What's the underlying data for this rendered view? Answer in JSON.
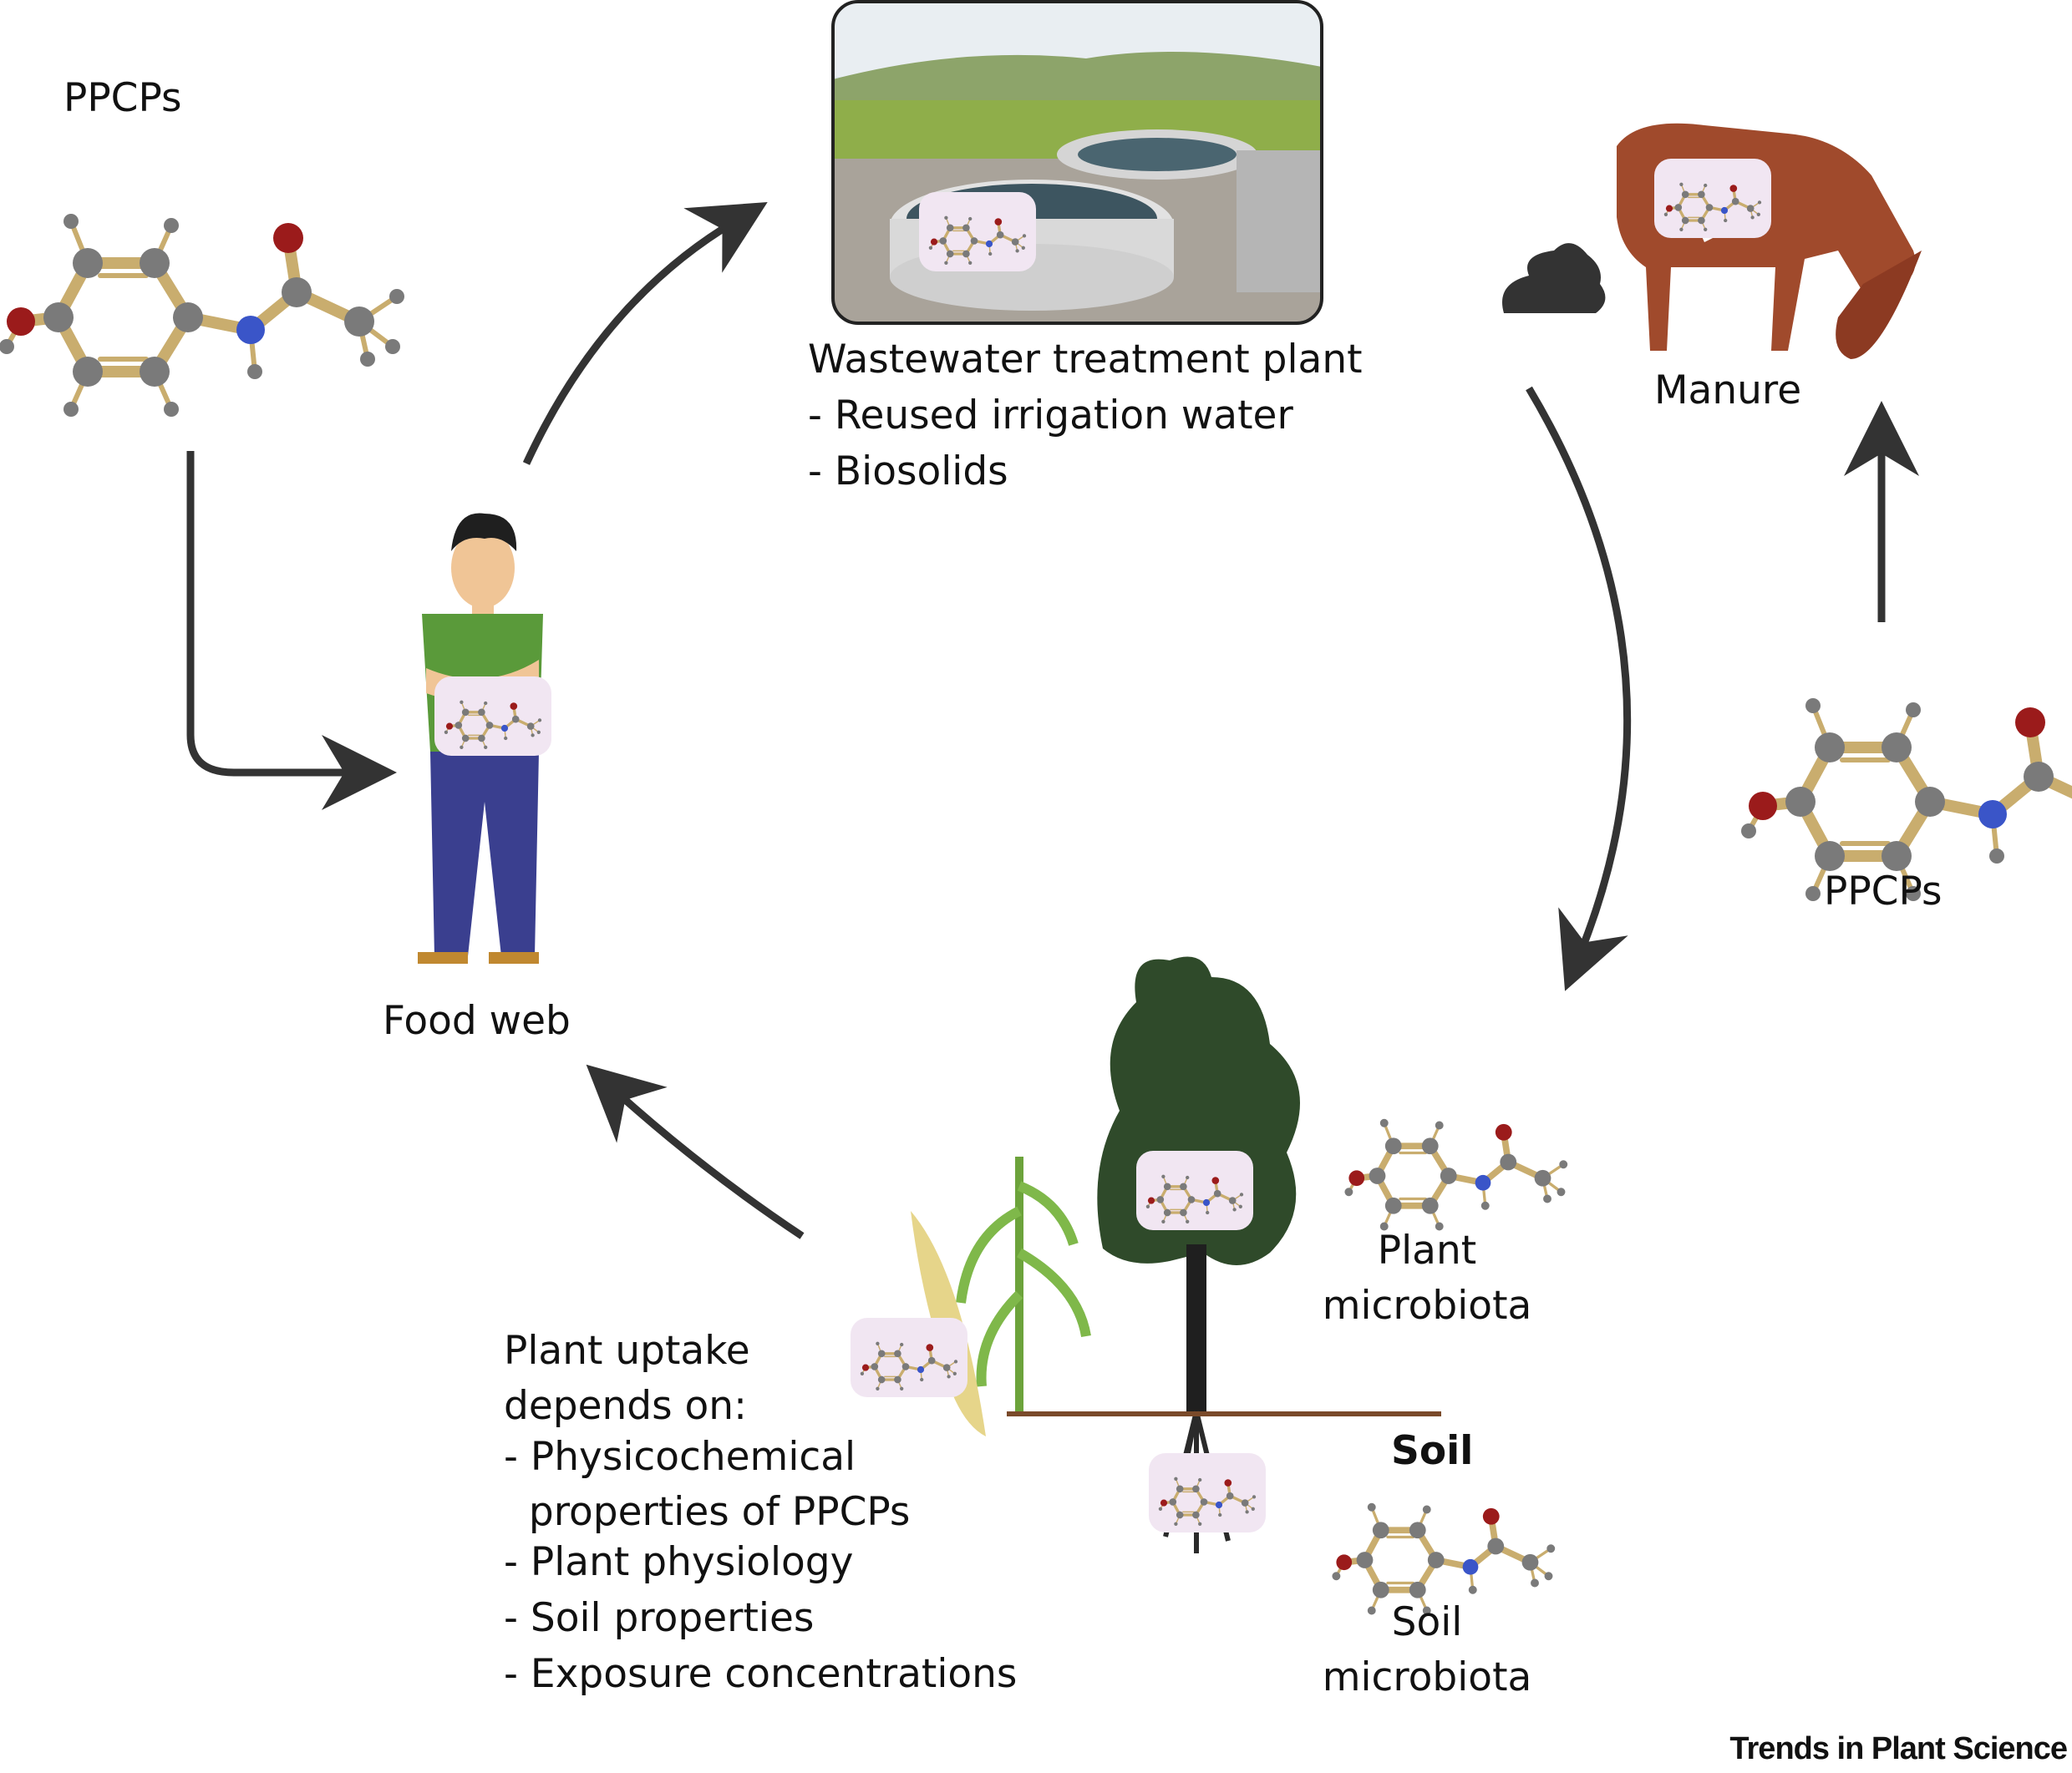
{
  "labels": {
    "ppcps_top_left": "PPCPs",
    "ppcps_right": "PPCPs",
    "wwtp_title": "Wastewater treatment plant",
    "wwtp_item1": "- Reused irrigation water",
    "wwtp_item2": "- Biosolids",
    "manure": "Manure",
    "food_web": "Food web",
    "plant_microbiota": "Plant\nmicrobiota",
    "soil": "Soil",
    "soil_microbiota": "Soil\nmicrobiota",
    "uptake_title": "Plant uptake\ndepends on:",
    "uptake_item1": "- Physicochemical\n  properties of PPCPs",
    "uptake_item2": "- Plant physiology",
    "uptake_item3": "- Soil properties",
    "uptake_item4": "- Exposure concentrations"
  },
  "footer": {
    "brand": "Trends in Plant Science"
  },
  "colors": {
    "arrow": "#333333",
    "bond": "#c9ad6e",
    "carbon": "#7a7a7a",
    "oxygen": "#9b1b1b",
    "nitrogen": "#3a55c8",
    "badge": "#f1e6f2",
    "soil_line": "#7a4a2a",
    "tree": "#2f4a2a",
    "cow": "#a04a2c",
    "shirt": "#5a9a3a",
    "pants": "#3a3f8f"
  }
}
